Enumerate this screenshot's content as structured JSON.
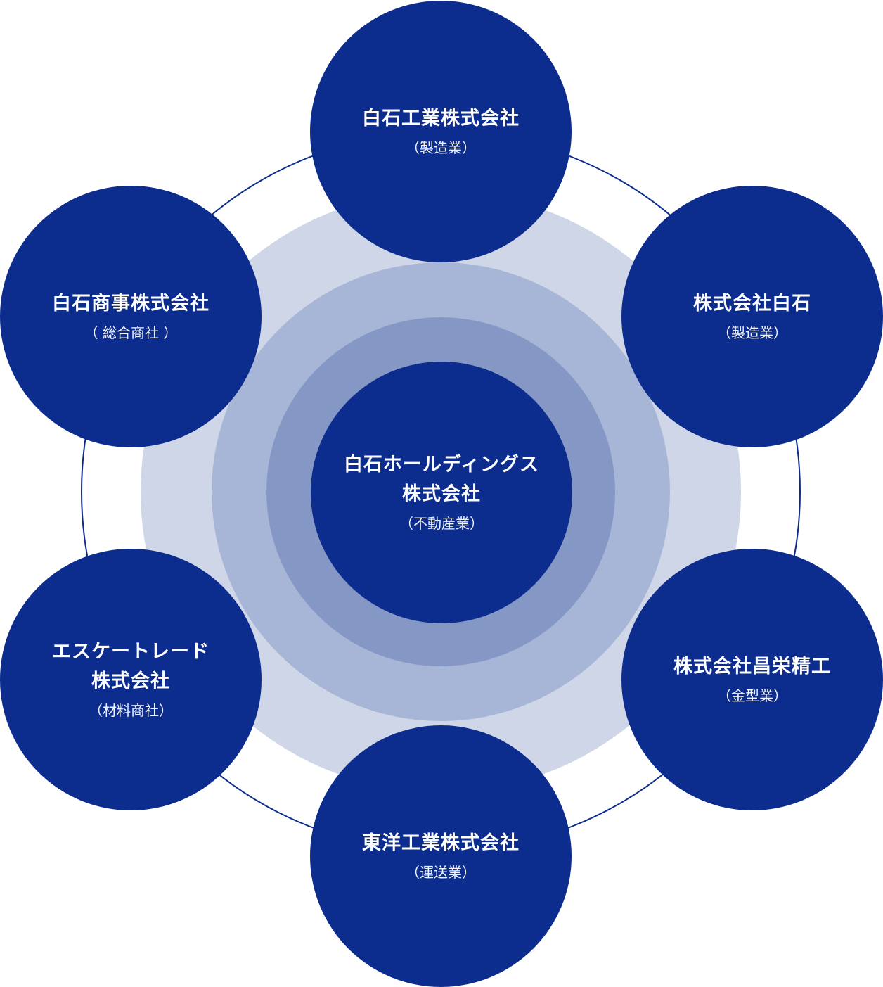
{
  "colors": {
    "node": "#0c2d8e",
    "ring_outer": "#cfd6e8",
    "ring_middle": "#a7b5d6",
    "ring_inner": "#8598c5",
    "orbit_line": "#0c2d8e"
  },
  "center": {
    "name": "白石ホールディングス\n株式会社",
    "sub": "（不動産業）"
  },
  "companies": {
    "top": {
      "name": "白石工業株式会社",
      "sub": "（製造業）"
    },
    "top_right": {
      "name": "株式会社白石",
      "sub": "（製造業）"
    },
    "top_left": {
      "name": "白石商事株式会社",
      "sub": "（ 総合商社 ）"
    },
    "bottom_left": {
      "name": "エスケートレード\n株式会社",
      "sub": "（材料商社）"
    },
    "bottom_right": {
      "name": "株式会社昌栄精工",
      "sub": "（金型業）"
    },
    "bottom": {
      "name": "東洋工業株式会社",
      "sub": "（運送業）"
    }
  }
}
